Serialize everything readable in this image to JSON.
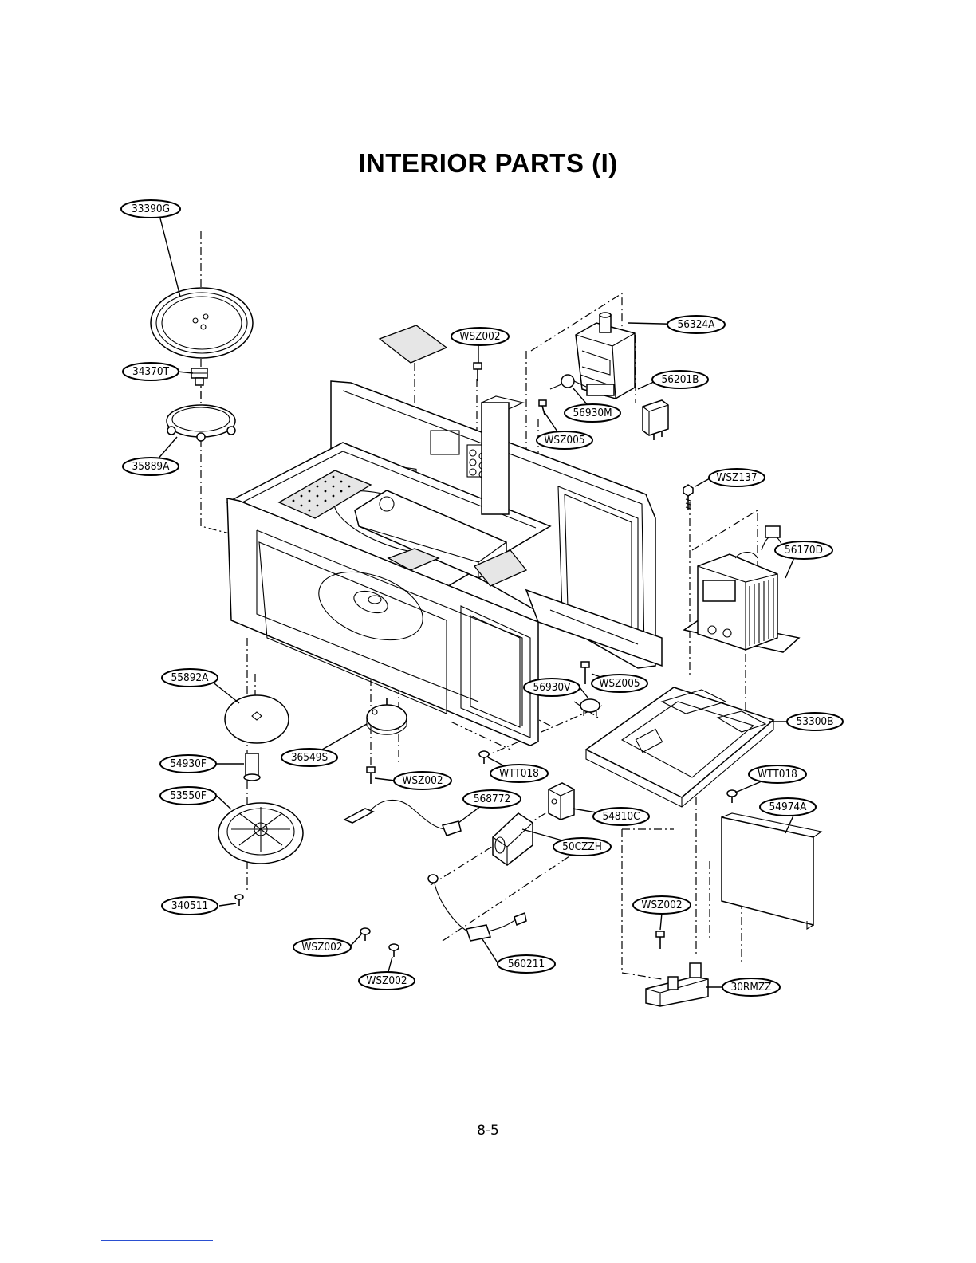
{
  "page": {
    "title": "INTERIOR PARTS (I)",
    "page_number": "8-5"
  },
  "callouts": [
    {
      "id": "c1",
      "label": "33390G"
    },
    {
      "id": "c2",
      "label": "34370T"
    },
    {
      "id": "c3",
      "label": "35889A"
    },
    {
      "id": "c4",
      "label": "WSZ002"
    },
    {
      "id": "c5",
      "label": "56324A"
    },
    {
      "id": "c6",
      "label": "56201B"
    },
    {
      "id": "c7",
      "label": "56930M"
    },
    {
      "id": "c8",
      "label": "WSZ005"
    },
    {
      "id": "c9",
      "label": "WSZ137"
    },
    {
      "id": "c10",
      "label": "56170D"
    },
    {
      "id": "c11",
      "label": "55892A"
    },
    {
      "id": "c12",
      "label": "56930V"
    },
    {
      "id": "c13",
      "label": "WSZ005"
    },
    {
      "id": "c14",
      "label": "53300B"
    },
    {
      "id": "c15",
      "label": "36549S"
    },
    {
      "id": "c16",
      "label": "54930F"
    },
    {
      "id": "c17",
      "label": "WSZ002"
    },
    {
      "id": "c18",
      "label": "WTT018"
    },
    {
      "id": "c19",
      "label": "WTT018"
    },
    {
      "id": "c20",
      "label": "53550F"
    },
    {
      "id": "c21",
      "label": "568772"
    },
    {
      "id": "c22",
      "label": "54810C"
    },
    {
      "id": "c23",
      "label": "54974A"
    },
    {
      "id": "c24",
      "label": "50CZZH"
    },
    {
      "id": "c25",
      "label": "340511"
    },
    {
      "id": "c26",
      "label": "WSZ002"
    },
    {
      "id": "c27",
      "label": "WSZ002"
    },
    {
      "id": "c28",
      "label": "560211"
    },
    {
      "id": "c29",
      "label": "WSZ002"
    },
    {
      "id": "c30",
      "label": "30RMZZ"
    }
  ]
}
